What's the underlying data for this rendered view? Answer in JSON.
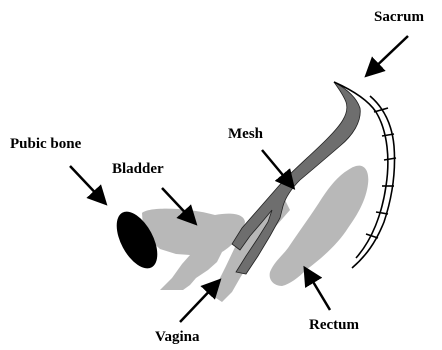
{
  "labels": {
    "sacrum": "Sacrum",
    "mesh": "Mesh",
    "pubic_bone": "Pubic bone",
    "bladder": "Bladder",
    "rectum": "Rectum",
    "vagina": "Vagina"
  },
  "colors": {
    "organ_fill": "#b8b8b8",
    "mesh_fill": "#6e6e6e",
    "bone_fill": "#000000",
    "outline": "#000000",
    "background": "#ffffff"
  }
}
